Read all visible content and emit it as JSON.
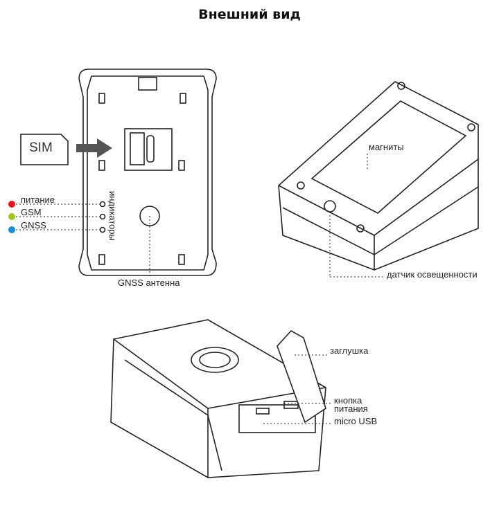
{
  "title": "Внешний вид",
  "top_view": {
    "sim_label": "SIM",
    "indicators_label": "индикаторы",
    "leds": [
      {
        "label": "питание",
        "color": "#e8141e"
      },
      {
        "label": "GSM",
        "color": "#9bc81e"
      },
      {
        "label": "GNSS",
        "color": "#1e8cd2"
      }
    ],
    "antenna_label": "GNSS антенна"
  },
  "iso_view": {
    "magnets_label": "магниты",
    "light_sensor_label": "датчик освещенности"
  },
  "side_view": {
    "plug_label": "заглушка",
    "power_button_label_1": "кнопка",
    "power_button_label_2": "питания",
    "usb_label": "micro USB"
  }
}
